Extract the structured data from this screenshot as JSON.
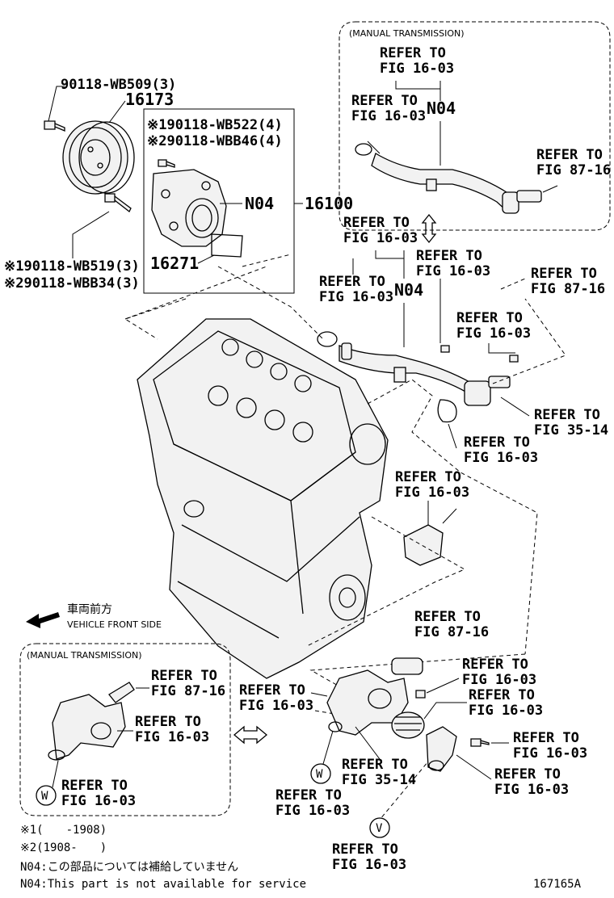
{
  "labels": {
    "manual_top": "(MANUAL TRANSMISSION)",
    "manual_bottom": "(MANUAL TRANSMISSION)",
    "refer_to": "REFER TO",
    "fig_16_03": "FIG 16-03",
    "fig_87_16": "FIG 87-16",
    "fig_35_14": "FIG 35-14",
    "n04": "N04",
    "bolt_wb509": "90118-WB509(3)",
    "part_16173": "16173",
    "bolt_wb522": "※190118-WB522(4)",
    "bolt_wbb46": "※290118-WBB46(4)",
    "part_16100": "16100",
    "part_16271": "16271",
    "bolt_wb519": "※190118-WB519(3)",
    "bolt_wbb34": "※290118-WBB34(3)",
    "vehicle_front_jp": "車両前方",
    "vehicle_front_en": "VEHICLE FRONT SIDE",
    "marker_w": "W",
    "marker_v": "V",
    "note_1": "※1(　　-1908)",
    "note_2": "※2(1908-　　)",
    "n04_jp": "N04:この部品については補給していません",
    "n04_en": "N04:This part is not available for service",
    "diagram_id": "167165A"
  }
}
